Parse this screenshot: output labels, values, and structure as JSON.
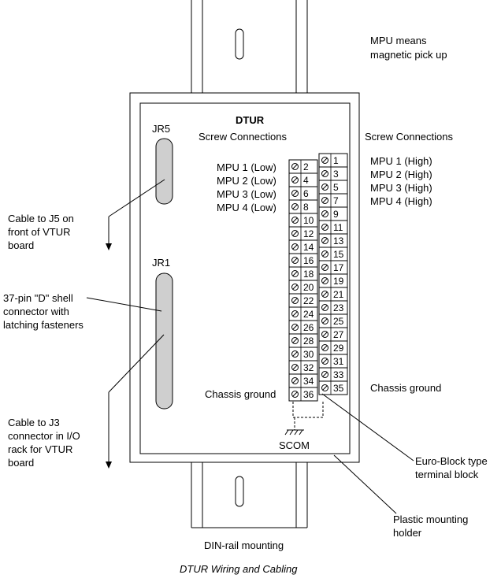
{
  "texts": {
    "mpu_note": [
      "MPU means",
      "magnetic pick up"
    ],
    "module_name": "DTUR",
    "screw_left": "Screw Connections",
    "screw_right": "Screw Connections",
    "jr5": "JR5",
    "jr1": "JR1",
    "mpu_low": [
      "MPU 1 (Low)",
      "MPU 2 (Low)",
      "MPU 3 (Low)",
      "MPU 4 (Low)"
    ],
    "mpu_high": [
      "MPU 1 (High)",
      "MPU 2 (High)",
      "MPU 3 (High)",
      "MPU 4 (High)"
    ],
    "cable_j5": [
      "Cable to J5 on",
      "front of VTUR",
      "board"
    ],
    "d_shell": [
      "37-pin \"D\" shell",
      "connector with",
      "latching fasteners"
    ],
    "cable_j3": [
      "Cable to J3",
      "connector in I/O",
      "rack for VTUR",
      "board"
    ],
    "chassis_ground_left": "Chassis ground",
    "chassis_ground_right": "Chassis ground",
    "scom": "SCOM",
    "euro_block": [
      "Euro-Block type",
      "terminal block"
    ],
    "plastic_holder": [
      "Plastic mounting",
      "holder"
    ],
    "din_rail": "DIN-rail mounting",
    "caption": "DTUR Wiring and Cabling"
  },
  "terminals": {
    "left": [
      "2",
      "4",
      "6",
      "8",
      "10",
      "12",
      "14",
      "16",
      "18",
      "20",
      "22",
      "24",
      "26",
      "28",
      "30",
      "32",
      "34",
      "36"
    ],
    "right": [
      "1",
      "3",
      "5",
      "7",
      "9",
      "11",
      "13",
      "15",
      "17",
      "19",
      "21",
      "23",
      "25",
      "27",
      "29",
      "31",
      "33",
      "35"
    ]
  }
}
